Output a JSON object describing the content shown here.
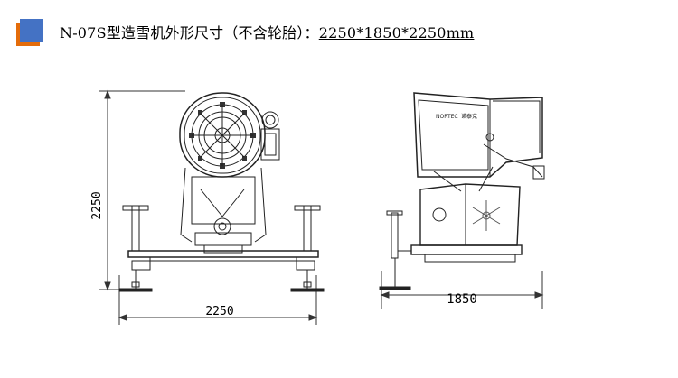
{
  "header": {
    "title_prefix": "N-07S型造雪机外形尺寸（不含轮胎）：",
    "title_dims": "2250*1850*2250mm",
    "accent_color": "#4472C4",
    "shadow_color": "#E46C0A"
  },
  "front_view": {
    "height_label": "2250",
    "width_label": "2250"
  },
  "side_view": {
    "depth_label": "1850",
    "brand_text": "NORTEC",
    "brand_text_cn": "诺泰克"
  }
}
